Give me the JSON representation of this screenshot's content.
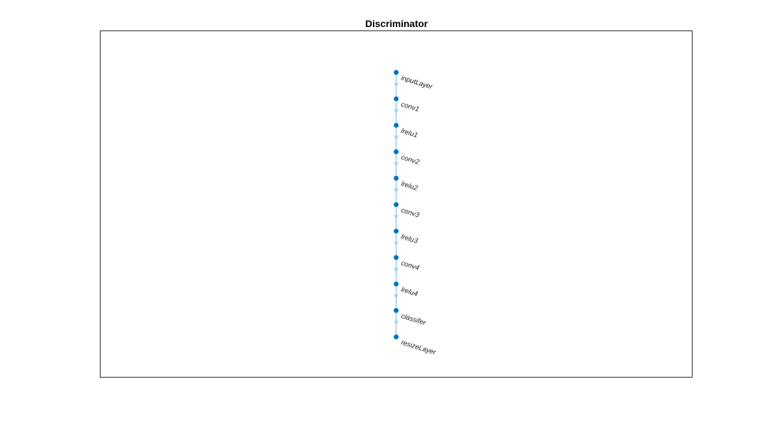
{
  "figure": {
    "title": "Discriminator"
  },
  "graph": {
    "type": "directed-layer-graph",
    "layout": "vertical-chain",
    "nodes": [
      "inputLayer",
      "conv1",
      "lrelu1",
      "conv2",
      "lrelu2",
      "conv3",
      "lrelu3",
      "conv4",
      "lrelu4",
      "classifer",
      "resizeLayer"
    ],
    "edges": [
      [
        "inputLayer",
        "conv1"
      ],
      [
        "conv1",
        "lrelu1"
      ],
      [
        "lrelu1",
        "conv2"
      ],
      [
        "conv2",
        "lrelu2"
      ],
      [
        "lrelu2",
        "conv3"
      ],
      [
        "conv3",
        "lrelu3"
      ],
      [
        "lrelu3",
        "conv4"
      ],
      [
        "conv4",
        "lrelu4"
      ],
      [
        "lrelu4",
        "classifer"
      ],
      [
        "classifer",
        "resizeLayer"
      ]
    ],
    "colors": {
      "node": "#0072BD",
      "edge": "#A6CEE3",
      "label": "#1a1a1a",
      "axes_border": "#262626",
      "background": "#ffffff",
      "title": "#000000"
    }
  }
}
